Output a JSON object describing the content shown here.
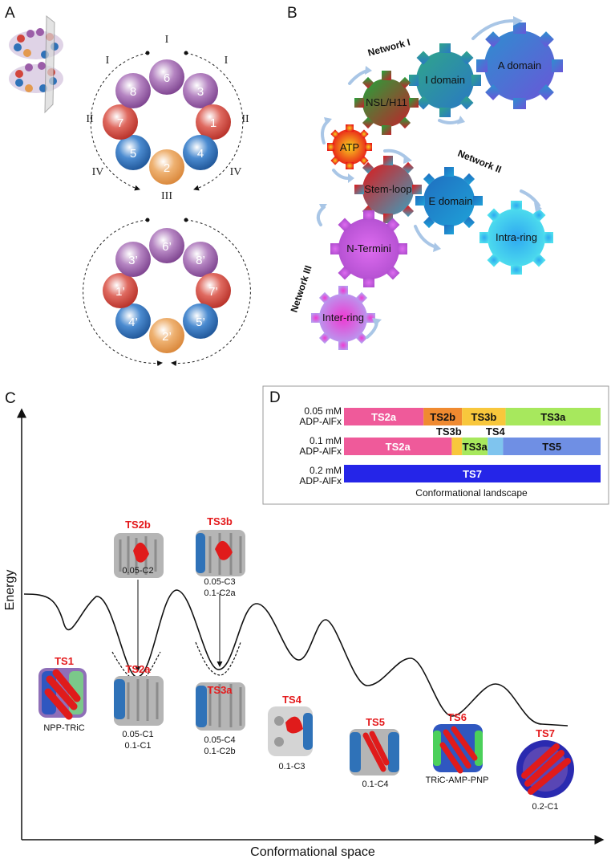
{
  "panels": {
    "a": "A",
    "b": "B",
    "c": "C",
    "d": "D"
  },
  "panel_a": {
    "roman": {
      "I": "I",
      "II": "II",
      "III": "III",
      "IV": "IV"
    },
    "ring_top": [
      "6",
      "3",
      "1",
      "4",
      "2",
      "5",
      "7",
      "8"
    ],
    "ring_bottom": [
      "6’",
      "8’",
      "7’",
      "5’",
      "2’",
      "4’",
      "1’",
      "3’"
    ],
    "subunit_colors": {
      "purple": "#9b5ea8",
      "red": "#d2453c",
      "blue": "#2f72b8",
      "orange": "#e39a4f"
    }
  },
  "panel_b": {
    "gears": {
      "a_domain": "A domain",
      "i_domain": "I domain",
      "nsl": "NSL/H11",
      "atp": "ATP",
      "stem_loop": "Stem-loop",
      "e_domain": "E domain",
      "intra_ring": "Intra-ring",
      "n_termini": "N-Termini",
      "inter_ring": "Inter-ring"
    },
    "networks": {
      "n1": "Network I",
      "n2": "Network II",
      "n3": "Network III"
    }
  },
  "panel_c": {
    "y_label": "Energy",
    "x_label": "Conformational space",
    "states": {
      "ts1": {
        "name": "TS1",
        "conds": [
          "NPP-TRiC"
        ]
      },
      "ts2b": {
        "name": "TS2b",
        "conds": [
          "0.05-C2"
        ]
      },
      "ts2a": {
        "name": "TS2a",
        "conds": [
          "0.05-C1",
          "0.1-C1"
        ]
      },
      "ts3b": {
        "name": "TS3b",
        "conds": [
          "0.05-C3",
          "0.1-C2a"
        ]
      },
      "ts3a": {
        "name": "TS3a",
        "conds": [
          "0.05-C4",
          "0.1-C2b"
        ]
      },
      "ts4": {
        "name": "TS4",
        "conds": [
          "0.1-C3"
        ]
      },
      "ts5": {
        "name": "TS5",
        "conds": [
          "0.1-C4"
        ]
      },
      "ts6": {
        "name": "TS6",
        "conds": [
          "TRiC-AMP-PNP"
        ]
      },
      "ts7": {
        "name": "TS7",
        "conds": [
          "0.2-C1"
        ]
      }
    }
  },
  "panel_d": {
    "title": "Conformational landscape",
    "rows": [
      {
        "conc": "0.05 mM",
        "agent": "ADP-AlFx",
        "segments": [
          {
            "label": "TS2a",
            "fraction": 0.31,
            "color": "#ef5a9a"
          },
          {
            "label": "TS2b",
            "fraction": 0.15,
            "color": "#f08a30"
          },
          {
            "label": "TS3b",
            "fraction": 0.17,
            "color": "#f8c73c"
          },
          {
            "label": "TS3a",
            "fraction": 0.37,
            "color": "#a7e85d"
          }
        ]
      },
      {
        "conc": "0.1 mM",
        "agent": "ADP-AlFx",
        "segments": [
          {
            "label": "TS2a",
            "fraction": 0.42,
            "color": "#ef5a9a"
          },
          {
            "label": "TS3b",
            "fraction": 0.04,
            "color": "#f8c73c"
          },
          {
            "label": "TS3a",
            "fraction": 0.1,
            "color": "#a7e85d"
          },
          {
            "label": "TS4",
            "fraction": 0.06,
            "color": "#7fc4ee"
          },
          {
            "label": "TS5",
            "fraction": 0.38,
            "color": "#6f8fe4"
          }
        ]
      },
      {
        "conc": "0.2 mM",
        "agent": "ADP-AlFx",
        "segments": [
          {
            "label": "TS7",
            "fraction": 1.0,
            "color": "#2525e8"
          }
        ]
      }
    ]
  }
}
